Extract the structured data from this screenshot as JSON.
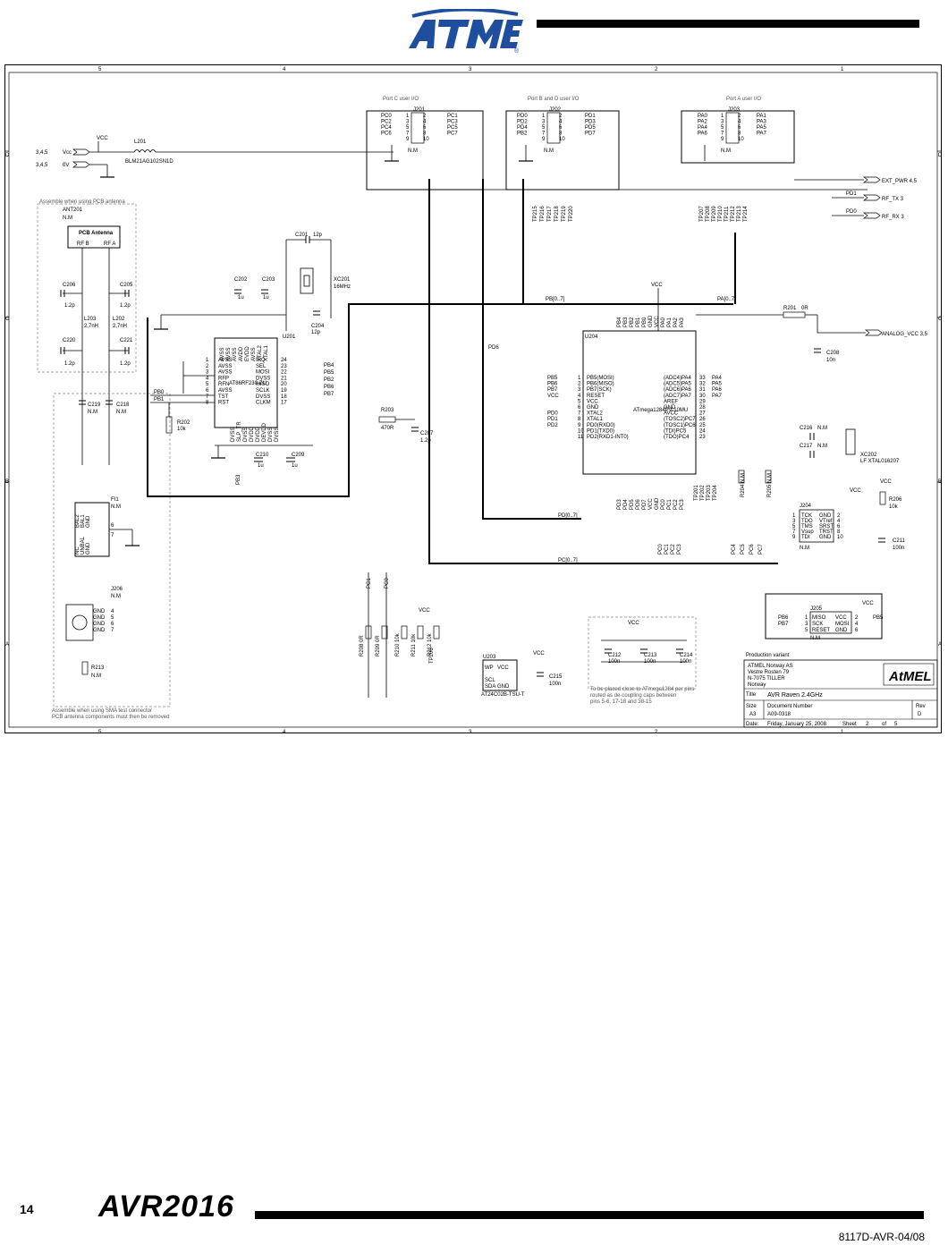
{
  "header": {
    "logo_text": "AtMEL"
  },
  "frame": {
    "col_numbers": [
      "5",
      "4",
      "3",
      "2",
      "1"
    ],
    "row_letters": [
      "D",
      "C",
      "B",
      "A"
    ]
  },
  "schematic": {
    "inputs": {
      "vcc_ref": "3,4,5",
      "vcc": "Vcc",
      "gnd_ref": "3,4,5",
      "gnd": "0V"
    },
    "inductor": {
      "ref": "L201",
      "part": "BLM21AG102SN1D"
    },
    "vcc_label": "VCC",
    "port_c": {
      "title": "Port C user I/O",
      "ref": "J201",
      "left": [
        "PC0",
        "PC2",
        "PC4",
        "PC6"
      ],
      "right": [
        "PC1",
        "PC3",
        "PC5",
        "PC7"
      ],
      "note": "N.M"
    },
    "port_bd": {
      "title": "Port B and D user I/O",
      "ref": "J202",
      "left": [
        "PD0",
        "PD2",
        "PD4",
        "PB2"
      ],
      "right": [
        "PD1",
        "PD3",
        "PD5",
        "PD7"
      ],
      "note": "N.M"
    },
    "port_a": {
      "title": "Port A user I/O",
      "ref": "J203",
      "left": [
        "PA0",
        "PA2",
        "PA4",
        "PA6"
      ],
      "right": [
        "PA1",
        "PA3",
        "PA5",
        "PA7"
      ],
      "note": "N.M"
    },
    "pin_numbers_left": [
      "1",
      "3",
      "5",
      "7",
      "9"
    ],
    "pin_numbers_right": [
      "2",
      "4",
      "6",
      "8",
      "10"
    ],
    "right_ports": [
      {
        "net": "",
        "label": "EXT_PWR 4,5"
      },
      {
        "net": "PD1",
        "label": "RF_TX 3"
      },
      {
        "net": "PD0",
        "label": "RF_RX 3"
      }
    ],
    "antenna": {
      "note": "Assemble when using PCB antenna",
      "ref": "ANT201",
      "nm": "N.M",
      "name": "PCB Antenna",
      "pin_a": "RF A",
      "pin_b": "RF B",
      "c206": "C206",
      "c206v": "1.2p",
      "c205": "C205",
      "c205v": "1.2p",
      "l203": "L203",
      "l203v": "2,7nH",
      "l202": "L202",
      "l202v": "2,7nH",
      "c220": "C220",
      "c220v": "1.2p",
      "c221": "C221",
      "c221v": "1.2p"
    },
    "rf_caps": {
      "c219": "C219",
      "c219v": "N.M",
      "c218": "C218",
      "c218v": "N.M"
    },
    "filter": {
      "ref": "FI1",
      "nm": "N.M",
      "pins": [
        "BAL2",
        "BAL1",
        "GND",
        "NC",
        "UNBAL",
        "GND"
      ],
      "num6": "6",
      "num7": "7"
    },
    "sma": {
      "ref": "J206",
      "nm": "N.M",
      "gnds": [
        "GND",
        "GND",
        "GND",
        "GND"
      ],
      "nums": [
        "4",
        "5",
        "6",
        "7"
      ]
    },
    "r213": {
      "ref": "R213",
      "val": "N.M"
    },
    "sma_note": [
      "Assemble when using SMA test connector",
      "PCB antenna components must then be removed"
    ],
    "rf230": {
      "ref": "U201",
      "part": "AT86RF230-ZU",
      "left_pins": [
        "AVSS",
        "AVSS",
        "AVSS",
        "RFP",
        "RFN",
        "AVSS",
        "TST",
        "RST"
      ],
      "left_nums": [
        "1",
        "2",
        "3",
        "4",
        "5",
        "6",
        "7",
        "8"
      ],
      "right_pins": [
        "IRQ",
        "SEL",
        "MOSI",
        "DVSS",
        "MISO",
        "SCLK",
        "DVSS",
        "CLKM"
      ],
      "right_nums": [
        "24",
        "23",
        "22",
        "21",
        "20",
        "19",
        "18",
        "17"
      ],
      "right_nets": [
        "PB4",
        "PB5",
        "PB2",
        "PB6",
        "PB7"
      ],
      "top_pins": [
        "AVSS",
        "AVSS",
        "AVSS",
        "AVDD",
        "EVDD",
        "AVSS",
        "XTAL2",
        "XTAL1"
      ],
      "bot_pins": [
        "DVSS",
        "SLP_TR",
        "DVSS",
        "DVDD",
        "DVDD",
        "DEVDD",
        "DVSS",
        "DVSS"
      ]
    },
    "xtal": {
      "ref": "XC201",
      "freq": "16MHz",
      "c201": "C201",
      "c201v": "12p",
      "c204": "C204",
      "c204v": "12p"
    },
    "dec_caps": [
      {
        "ref": "C202",
        "val": "1u"
      },
      {
        "ref": "C203",
        "val": "1u"
      },
      {
        "ref": "C210",
        "val": "1u"
      },
      {
        "ref": "C209",
        "val": "1u"
      }
    ],
    "pb_nets": {
      "pb0": "PB0",
      "pb1": "PB1",
      "pb3": "PB3",
      "pd6": "PD6"
    },
    "r202": {
      "ref": "R202",
      "val": "10k"
    },
    "r203": {
      "ref": "R203",
      "val": "470R"
    },
    "c207": {
      "ref": "C207",
      "val": "1.2p"
    },
    "mcu": {
      "ref": "U204",
      "part": "ATmega1284PV-10MU",
      "pwr_label": "VCC",
      "left_nets": [
        "PB5",
        "PB6",
        "PB7",
        "VCC",
        "",
        "",
        "PD0",
        "PD1",
        "PD2"
      ],
      "left_pins": [
        "PB5(MOSI)",
        "PB6(MISO)",
        "PB7(SCK)",
        "RESET",
        "VCC",
        "GND",
        "XTAL2",
        "XTAL1",
        "PD0(RXD0)",
        "PD1(TXD0)",
        "PD2(RXD1-INT0)"
      ],
      "left_nums": [
        "1",
        "2",
        "3",
        "4",
        "5",
        "6",
        "7",
        "8",
        "9",
        "10",
        "11"
      ],
      "right_pins": [
        "(ADC4)PA4",
        "(ADC5)PA5",
        "(ADC6)PA6",
        "(ADC7)PA7",
        "AREF",
        "GND",
        "AVCC",
        "(TOSC2)PC7",
        "(TOSC1)PC6",
        "(TDI)PC5",
        "(TDO)PC4"
      ],
      "right_nums": [
        "33",
        "32",
        "31",
        "30",
        "29",
        "28",
        "27",
        "26",
        "25",
        "24",
        "23"
      ],
      "right_nets": [
        "PA4",
        "PA5",
        "PA6",
        "PA7"
      ],
      "top_nets": [
        "PB4",
        "PB3",
        "PB2",
        "PB1",
        "PB0",
        "GND",
        "VCC",
        "PA0",
        "PA1",
        "PA2",
        "PA3"
      ],
      "bot_nets": [
        "PD3",
        "PD4",
        "PD5",
        "PD6",
        "PD7",
        "VCC",
        "GND",
        "PC0",
        "PC1",
        "PC2",
        "PC3"
      ]
    },
    "buses": {
      "pb": "PB[0..7]",
      "pa": "PA[0..7]",
      "pd": "PD[0..7]",
      "pc": "PC[0..7]"
    },
    "tp_pb": [
      "TP215",
      "TP216",
      "TP217",
      "TP218",
      "TP219",
      "TP220"
    ],
    "tp_pa": [
      "TP207",
      "TP208",
      "TP209",
      "TP210",
      "TP211",
      "TP212",
      "TP213",
      "TP214"
    ],
    "tp_bot": [
      "TP201",
      "TP202",
      "TP203",
      "TP204"
    ],
    "r201": {
      "ref": "R201",
      "val": "0R"
    },
    "analog_vcc": "ANALOG_VCC 3,5",
    "c208": {
      "ref": "C208",
      "val": "10n"
    },
    "c216": {
      "ref": "C216",
      "val": "N.M"
    },
    "c217": {
      "ref": "C217",
      "val": "N.M"
    },
    "xc202": {
      "ref": "XC202",
      "part": "LF XTAL016207"
    },
    "pc_nets": [
      "PC0",
      "PC1",
      "PC2",
      "PC3",
      "PC4",
      "PC5",
      "PC6",
      "PC7"
    ],
    "r204": "R204 N.M",
    "r205": "R205 N.M",
    "jtag": {
      "ref": "J204",
      "nm": "N.M",
      "left": [
        "TCK",
        "TDO",
        "TMS",
        "Vsup",
        "TDI"
      ],
      "right": [
        "GND",
        "VTref",
        "SRST",
        "TRST",
        "GND"
      ]
    },
    "r206": {
      "ref": "R206",
      "val": "10k"
    },
    "c211": {
      "ref": "C211",
      "val": "100n"
    },
    "isp": {
      "ref": "J205",
      "nm": "N.M",
      "left": [
        "MISO",
        "SCK",
        "RESET"
      ],
      "right": [
        "VCC",
        "MOSI",
        "GND"
      ],
      "nets": [
        "PB6",
        "PB7",
        "PB5"
      ]
    },
    "resistors_bottom": [
      {
        "ref": "R208",
        "val": "0R"
      },
      {
        "ref": "R209",
        "val": "0R"
      },
      {
        "ref": "R210",
        "val": "10k"
      },
      {
        "ref": "R211",
        "val": "10k"
      },
      {
        "ref": "R212",
        "val": "10k"
      }
    ],
    "tp206": "TP206",
    "eeprom": {
      "ref": "U203",
      "part": "AT24C02B-TSU-T",
      "pins": [
        "WP",
        "VCC",
        "SCL",
        "SDA",
        "GND"
      ]
    },
    "c215": {
      "ref": "C215",
      "val": "100n"
    },
    "decoupling": {
      "caps": [
        {
          "ref": "C212",
          "val": "100n"
        },
        {
          "ref": "C213",
          "val": "100n"
        },
        {
          "ref": "C214",
          "val": "100n"
        }
      ],
      "note": [
        "To be placed close to ATmega1284 per pins",
        "routed as de-coupling caps between",
        "pins 5-6, 17-18 and 38-15"
      ]
    },
    "title_block": {
      "variant": "Production variant",
      "company": [
        "ATMEL Norway AS",
        "Vestre Rosten 79",
        "N-7075 TILLER",
        "Norway"
      ],
      "title_label": "Title",
      "title": "AVR Raven 2.4GHz",
      "size_label": "Size",
      "size": "A3",
      "doc_label": "Document Number",
      "doc": "A09-0318",
      "rev_label": "Rev",
      "rev": "D",
      "date_label": "Date:",
      "date": "Friday, January 25, 2008",
      "sheet_label": "Sheet",
      "sheet": "2",
      "of_label": "of",
      "of": "5"
    }
  },
  "footer": {
    "page": "14",
    "title": "AVR2016",
    "code": "8117D-AVR-04/08"
  }
}
